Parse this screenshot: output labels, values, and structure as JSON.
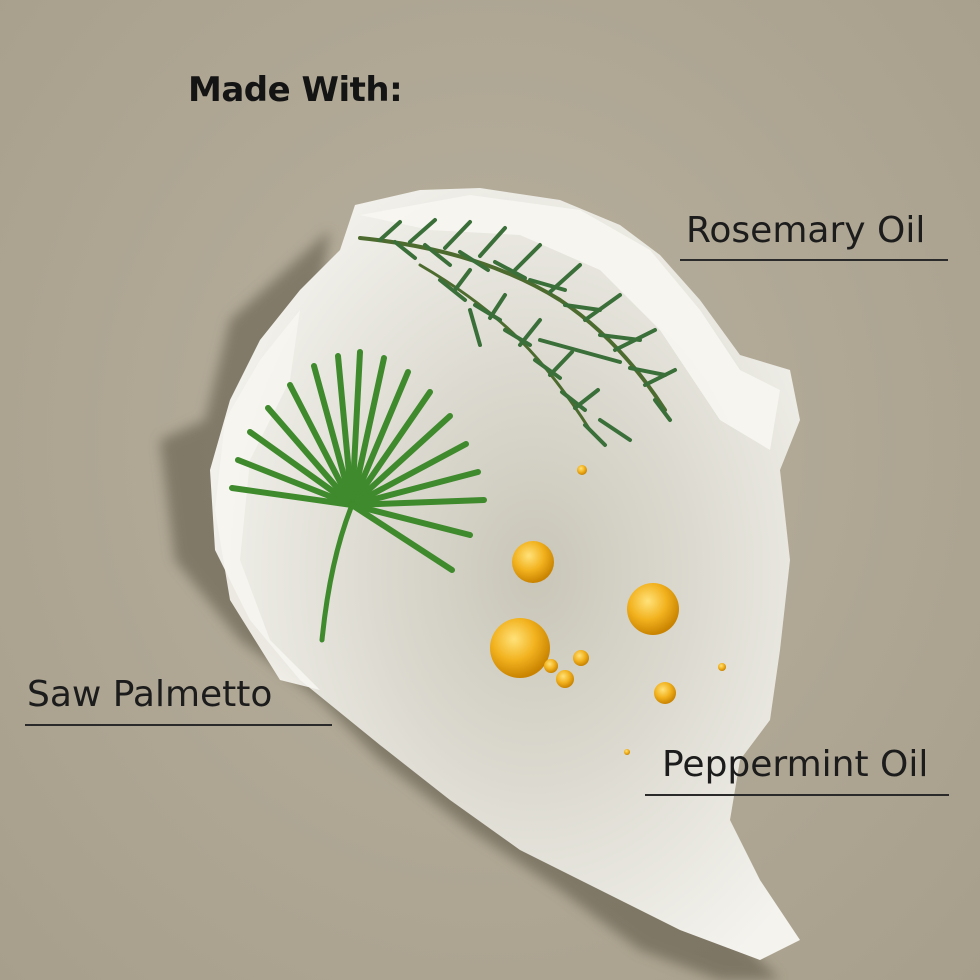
{
  "heading": "Made With:",
  "ingredients": [
    {
      "label": "Rosemary Oil",
      "icon": "rosemary-sprig"
    },
    {
      "label": "Saw Palmetto",
      "icon": "saw-palmetto-leaf"
    },
    {
      "label": "Peppermint Oil",
      "icon": "oil-droplets"
    }
  ],
  "colors": {
    "background": "#b0a896",
    "cream": "#eeece4",
    "leaf_green": "#3f8a2c",
    "rosemary_green": "#3b6f3a",
    "oil_gold": "#f0b020",
    "text": "#1c1c1c"
  }
}
